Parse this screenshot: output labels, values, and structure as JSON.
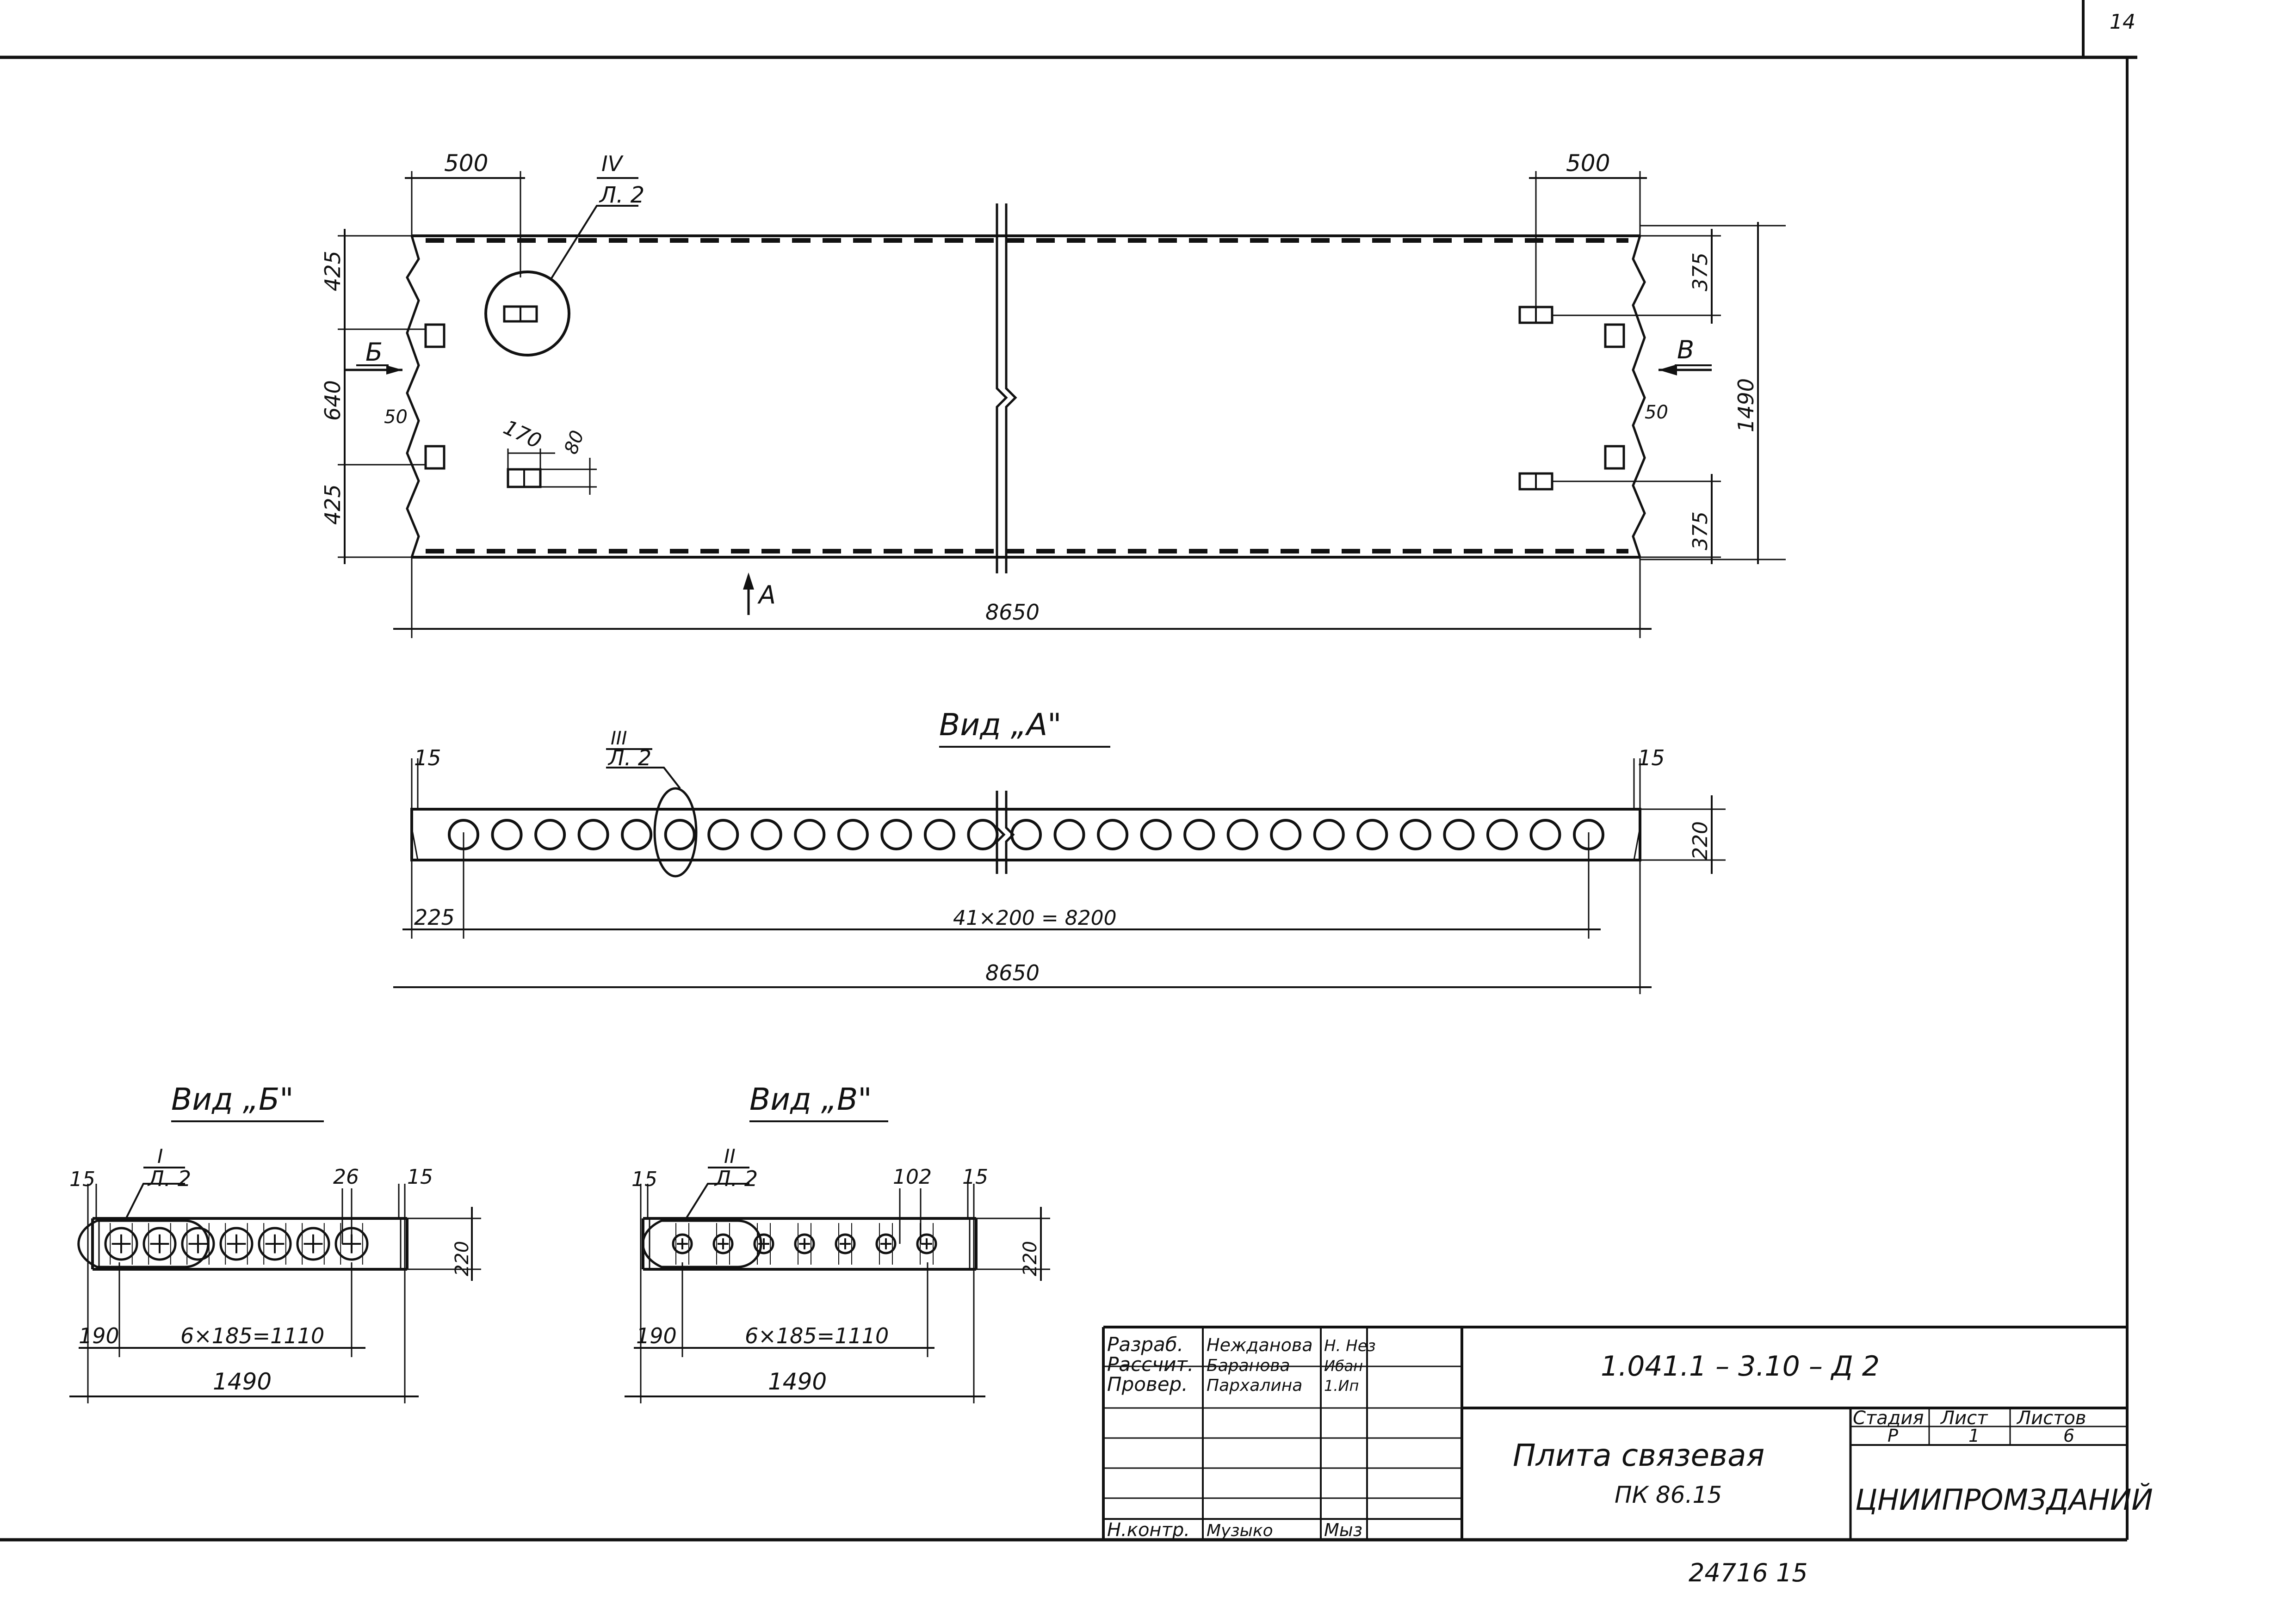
{
  "sheet_number": "14",
  "plan_view": {
    "dim_overall_length": "8650",
    "dim_left_top": "500",
    "dim_right_top": "500",
    "dim_left_425_top": "425",
    "dim_left_640": "640",
    "dim_left_425_bottom": "425",
    "dim_left_50": "50",
    "dim_right_375_top": "375",
    "dim_right_375_bottom": "375",
    "dim_right_1490": "1490",
    "dim_right_50": "50",
    "dim_small_170": "170",
    "dim_small_80": "80",
    "callout_iv_numeral": "IV",
    "callout_iv_sheet": "Л. 2",
    "arrow_a": "А",
    "arrow_b": "Б",
    "arrow_v": "В"
  },
  "view_a": {
    "title": "Вид „А\"",
    "dim_left_15": "15",
    "dim_right_15": "15",
    "dim_height_220": "220",
    "dim_225": "225",
    "dim_pitch": "41×200 = 8200",
    "dim_total": "8650",
    "callout_numeral": "III",
    "callout_sheet": "Л. 2",
    "hole_count": 27
  },
  "view_b": {
    "title": "Вид „Б\"",
    "dim_left_15": "15",
    "dim_26": "26",
    "dim_right_15": "15",
    "dim_220": "220",
    "dim_190": "190",
    "dim_pitch": "6×185=1110",
    "dim_total": "1490",
    "callout_numeral": "I",
    "callout_sheet": "Л. 2"
  },
  "view_v": {
    "title": "Вид „В\"",
    "dim_left_15": "15",
    "dim_102": "102",
    "dim_right_15": "15",
    "dim_220": "220",
    "dim_190": "190",
    "dim_pitch": "6×185=1110",
    "dim_total": "1490",
    "callout_numeral": "II",
    "callout_sheet": "Л. 2"
  },
  "title_block": {
    "doc_code": "1.041.1 – 3.10 – Д 2",
    "name_line1": "Плита связевая",
    "name_line2": "ПК 86.15",
    "org": "ЦНИИПРОМЗДАНИЙ",
    "roles": [
      "Разраб.",
      "Рассчит.",
      "Провер.",
      "Н.контр."
    ],
    "names": [
      "Неждановa",
      "Баранова",
      "Пархалина",
      "Музыко"
    ],
    "signatures": [
      "Н. Нез",
      "Ибан",
      "1.Ип",
      "Мыз"
    ],
    "stage_label": "Стадия",
    "sheet_label": "Лист",
    "sheets_label": "Листов",
    "stage_value": "Р",
    "sheet_value": "1",
    "sheets_value": "6"
  },
  "archive_number": "24716   15"
}
